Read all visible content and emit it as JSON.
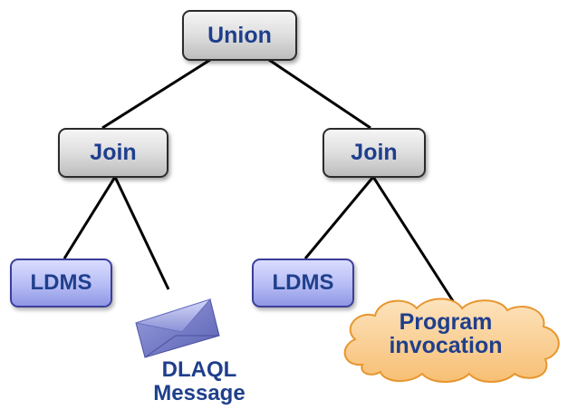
{
  "nodes": {
    "union": "Union",
    "join_left": "Join",
    "join_right": "Join",
    "ldms_left": "LDMS",
    "ldms_right": "LDMS",
    "program_invocation": {
      "line1": "Program",
      "line2": "invocation"
    },
    "dlaql_message": {
      "line1": "DLAQL",
      "line2": "Message",
      "icon": "envelope-icon"
    }
  },
  "colors": {
    "text": "#1f3f8c",
    "operator_fill": "#d9d9d9",
    "source_fill": "#b6bcf4",
    "cloud_fill": "#f8c98a",
    "cloud_stroke": "#e7962e",
    "edge": "#000000"
  },
  "edges": [
    [
      "Union",
      "Join"
    ],
    [
      "Union",
      "Join"
    ],
    [
      "Join",
      "LDMS"
    ],
    [
      "Join",
      "DLAQL Message"
    ],
    [
      "Join",
      "LDMS"
    ],
    [
      "Join",
      "Program invocation"
    ]
  ]
}
